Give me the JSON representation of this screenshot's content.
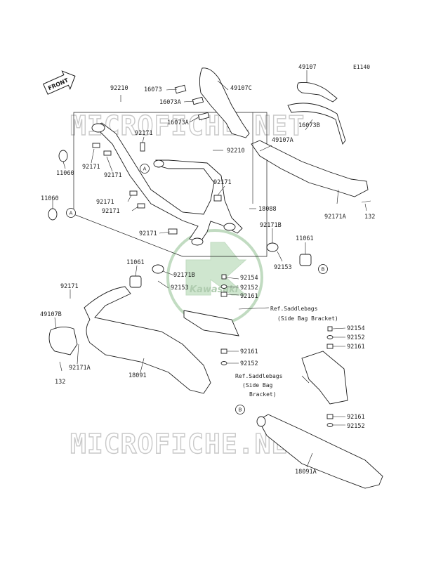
{
  "diagram_code": "E1140",
  "front_label": "FRONT",
  "watermark": "MICROFICHE.NET",
  "logo_text": "Kawasaki",
  "parts": [
    {
      "id": "p49107",
      "label": "49107"
    },
    {
      "id": "p92210a",
      "label": "92210"
    },
    {
      "id": "p16073",
      "label": "16073"
    },
    {
      "id": "p49107c",
      "label": "49107C"
    },
    {
      "id": "p16073a1",
      "label": "16073A"
    },
    {
      "id": "p16073a2",
      "label": "16073A"
    },
    {
      "id": "p16073b",
      "label": "16073B"
    },
    {
      "id": "p92171a",
      "label": "92171"
    },
    {
      "id": "p49107a",
      "label": "49107A"
    },
    {
      "id": "p92210b",
      "label": "92210"
    },
    {
      "id": "p92171b",
      "label": "92171"
    },
    {
      "id": "p92171c",
      "label": "92171"
    },
    {
      "id": "p11060a",
      "label": "11060"
    },
    {
      "id": "p92171d",
      "label": "92171"
    },
    {
      "id": "p11060b",
      "label": "11060"
    },
    {
      "id": "p92171e",
      "label": "92171"
    },
    {
      "id": "p92171f",
      "label": "92171"
    },
    {
      "id": "p18088",
      "label": "18088"
    },
    {
      "id": "p92171a2",
      "label": "92171A"
    },
    {
      "id": "p132a",
      "label": "132"
    },
    {
      "id": "p92171g",
      "label": "92171"
    },
    {
      "id": "p92171b2",
      "label": "92171B"
    },
    {
      "id": "p11061a",
      "label": "11061"
    },
    {
      "id": "p92153a",
      "label": "92153"
    },
    {
      "id": "p11061b",
      "label": "11061"
    },
    {
      "id": "p92171b3",
      "label": "92171B"
    },
    {
      "id": "p92154a",
      "label": "92154"
    },
    {
      "id": "p92153b",
      "label": "92153"
    },
    {
      "id": "p92152a",
      "label": "92152"
    },
    {
      "id": "p92171h",
      "label": "92171"
    },
    {
      "id": "p92161a",
      "label": "92161"
    },
    {
      "id": "p49107b",
      "label": "49107B"
    },
    {
      "id": "p92154b",
      "label": "92154"
    },
    {
      "id": "p92152b",
      "label": "92152"
    },
    {
      "id": "p92161b",
      "label": "92161"
    },
    {
      "id": "p92161c",
      "label": "92161"
    },
    {
      "id": "p92171a3",
      "label": "92171A"
    },
    {
      "id": "p18091",
      "label": "18091"
    },
    {
      "id": "p92152c",
      "label": "92152"
    },
    {
      "id": "p132b",
      "label": "132"
    },
    {
      "id": "p92161d",
      "label": "92161"
    },
    {
      "id": "p92152d",
      "label": "92152"
    },
    {
      "id": "p18091a",
      "label": "18091A"
    }
  ],
  "references": [
    {
      "line1": "Ref.Saddlebags",
      "line2": "(Side Bag Bracket)"
    },
    {
      "line1": "Ref.Saddlebags",
      "line2": "(Side Bag",
      "line3": "Bracket)"
    }
  ],
  "connectors": [
    "A",
    "A",
    "B",
    "B"
  ]
}
